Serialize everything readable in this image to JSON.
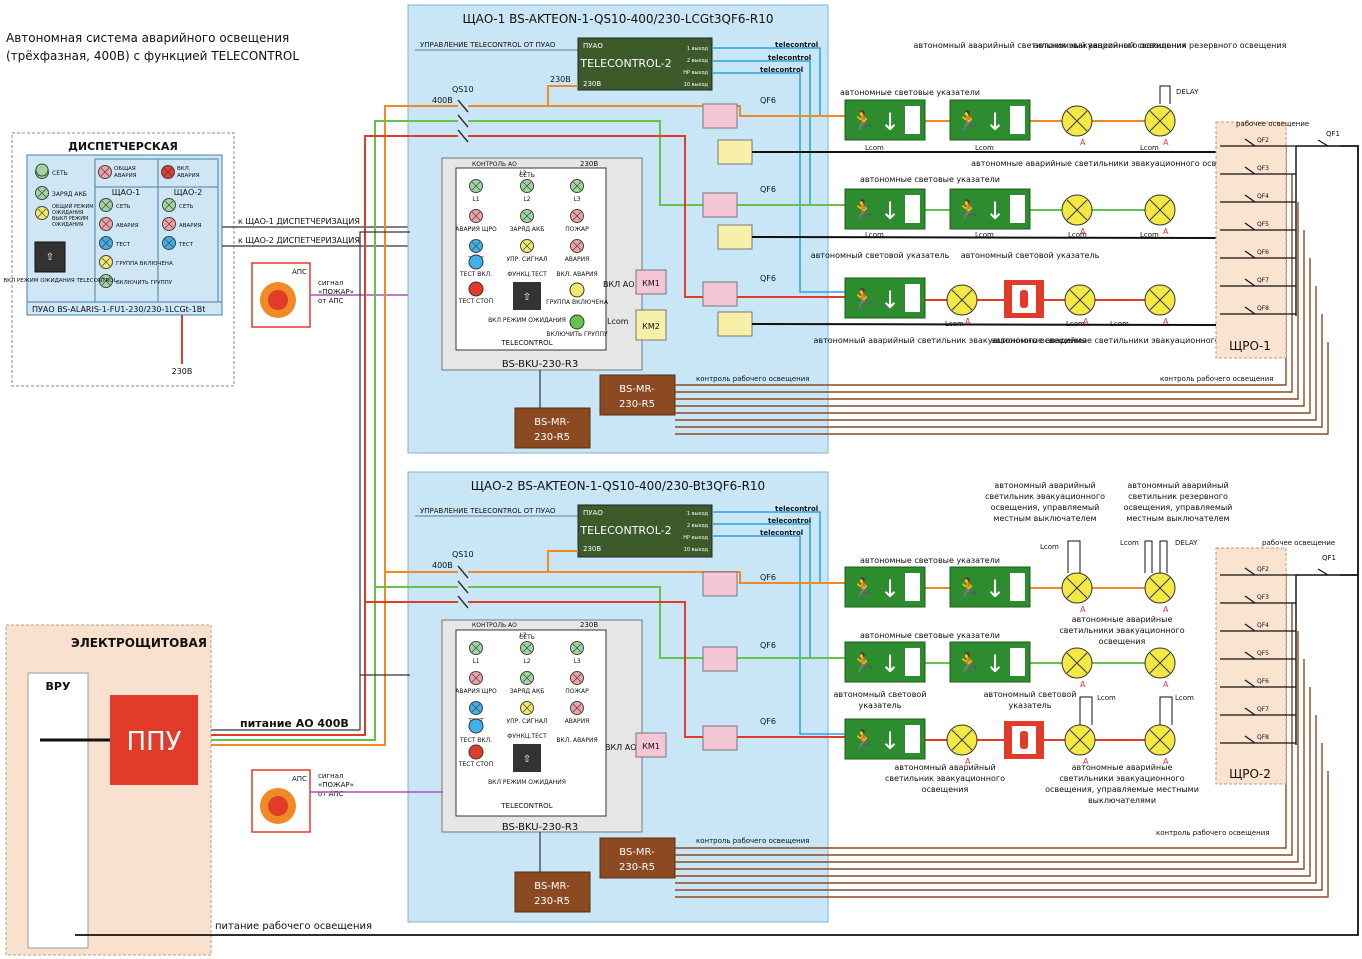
{
  "colors": {
    "panel": "#c9e6f6",
    "panel_border": "#7fb3d0",
    "dispatch_bg": "#cfe7f5",
    "electro_bg": "#f8e2cf",
    "shro_bg": "#fae3cf",
    "green": "#2d8c2d",
    "dark_green": "#3c5a2a",
    "brown": "#8b4a22",
    "red": "#e23b2a",
    "orange": "#f08a24",
    "blue": "#29a3e0",
    "lime": "#66c24a",
    "purple": "#b04fb0",
    "yellow": "#f4e845",
    "pink": "#f4c6d6",
    "gray_panel": "#e6e6e6"
  },
  "title": {
    "line1": "Автономная система аварийного освещения",
    "line2": "(трёхфазная, 400В) с функцией TELECONTROL"
  },
  "dispatch": {
    "title": "ДИСПЕТЧЕРСКАЯ",
    "col1": [
      {
        "label": "СЕТЬ",
        "color": "#9fd69f"
      },
      {
        "label": "ЗАРЯД АКБ",
        "color": "#9fd69f"
      },
      {
        "label": "ОБЩИЙ РЕЖИМ ОЖИДАНИЯ ВЫКЛ РЕЖИМ ОЖИДАНИЯ",
        "color": "#f2ea6a"
      }
    ],
    "col1_btn_label": "ВКЛ РЕЖИМ ОЖИДАНИЯ TELECONTROL",
    "col2_top": [
      {
        "label": "ОБЩАЯ АВАРИЯ",
        "color": "#f2a0a6"
      }
    ],
    "col3_top": [
      {
        "label": "ВКЛ. АВАРИЯ",
        "color": "#e43a2c"
      }
    ],
    "shao1": "ЩАО-1",
    "shao2": "ЩАО-2",
    "shao1_items": [
      {
        "label": "СЕТЬ",
        "color": "#9fd69f"
      },
      {
        "label": "АВАРИЯ",
        "color": "#f2a0a6"
      },
      {
        "label": "ТЕСТ",
        "color": "#3fb0e8"
      },
      {
        "label": "ГРУППА ВКЛЮЧЕНА",
        "color": "#f2ea6a"
      },
      {
        "label": "ВКЛЮЧИТЬ ГРУППУ",
        "color": "#9fd69f"
      }
    ],
    "shao2_items": [
      {
        "label": "СЕТЬ",
        "color": "#9fd69f"
      },
      {
        "label": "АВАРИЯ",
        "color": "#f2a0a6"
      },
      {
        "label": "ТЕСТ",
        "color": "#3fb0e8"
      }
    ],
    "footer": "ПУАО   BS-ALARIS-1-FU1-230/230-1LCGt-1Bt",
    "v230": "230В"
  },
  "link1": "к ЩАО-1 ДИСПЕТЧЕРИЗАЦИЯ",
  "link2": "к ЩАО-2 ДИСПЕТЧЕРИЗАЦИЯ",
  "aps": {
    "label": "АПС",
    "signal": [
      "сигнал",
      "«ПОЖАР»",
      "от АПС"
    ]
  },
  "shao1": {
    "title": "ЩАО-1 BS-AKTEON-1-QS10-400/230-LCGt3QF6-R10",
    "mgmt": "УПРАВЛЕНИЕ TELECONTROL ОТ ПУАО",
    "puao": "ПУАО",
    "tc": "TELECONTROL-2",
    "v230": "230В",
    "outs": [
      "1 выход",
      "2 выход",
      "HP выход",
      "10 выход"
    ],
    "tc_lines": [
      "telecontrol",
      "telecontrol",
      "telecontrol"
    ],
    "qs10": "QS10",
    "v400": "400В",
    "qf": "QF6",
    "bku_title": "BS-BKU-230-R3",
    "ctrl": "КОНТРОЛЬ АО",
    "bku_230": "230В",
    "ind_row1": [
      {
        "t": "L1",
        "c": "#9fd69f"
      },
      {
        "t": "СЕТЬ",
        "c": "#9fd69f"
      },
      {
        "t": "L3",
        "c": "#9fd69f"
      }
    ],
    "ind_row1_mid": "L2",
    "ind_row2": [
      {
        "t": "АВАРИЯ ЩРО",
        "c": "#f2a0a6"
      },
      {
        "t": "ЗАРЯД АКБ",
        "c": "#9fd69f"
      },
      {
        "t": "ПОЖАР",
        "c": "#f2a0a6"
      }
    ],
    "ind_row3": [
      {
        "t": "ТЕСТ",
        "c": "#3fb0e8"
      },
      {
        "t": "УПР. СИГНАЛ",
        "c": "#f2ea6a"
      },
      {
        "t": "АВАРИЯ",
        "c": "#f2a0a6"
      }
    ],
    "test_on": "ТЕСТ ВКЛ.",
    "func_test": "ФУНКЦ.ТЕСТ",
    "vkl_avar": "ВКЛ. АВАРИЯ",
    "test_stop": "ТЕСТ СТОП",
    "standby": "ВКЛ РЕЖИМ ОЖИДАНИЯ",
    "telecontrol": "TELECONTROL",
    "grp_on": "ГРУППА ВКЛЮЧЕНА",
    "grp_enable": "ВКЛЮЧИТЬ ГРУППУ",
    "vkl_ao": "ВКЛ АО",
    "km1": "КМ1",
    "lcom": "Lcom",
    "km2": "КМ2",
    "mr1": "BS-MR-230-R5",
    "mr2": "BS-MR-230-R5",
    "ctrl_work": "контроль рабочего освещения"
  },
  "shao2": {
    "title": "ЩАО-2 BS-AKTEON-1-QS10-400/230-Bt3QF6-R10",
    "mgmt": "УПРАВЛЕНИЕ TELECONTROL ОТ ПУАО",
    "puao": "ПУАО",
    "tc": "TELECONTROL-2",
    "v230": "230В",
    "outs": [
      "1 выход",
      "2 выход",
      "HP выход",
      "10 выход"
    ],
    "tc_lines": [
      "telecontrol",
      "telecontrol",
      "telecontrol"
    ],
    "qs10": "QS10",
    "v400": "400В",
    "qf": "QF6",
    "bku_title": "BS-BKU-230-R3",
    "ctrl": "КОНТРОЛЬ АО",
    "bku_230": "230В",
    "vkl_ao": "ВКЛ АО",
    "km1": "КМ1",
    "test_on": "ТЕСТ ВКЛ.",
    "func_test": "ФУНКЦ.ТЕСТ",
    "vkl_avar": "ВКЛ. АВАРИЯ",
    "test_stop": "ТЕСТ СТОП",
    "standby": "ВКЛ РЕЖИМ ОЖИДАНИЯ",
    "telecontrol": "TELECONTROL",
    "mr1": "BS-MR-230-R5",
    "mr2": "BS-MR-230-R5",
    "ctrl_work": "контроль рабочего освещения"
  },
  "labels1": {
    "a_ind": "автономные световые указатели",
    "a_evac": "автономный аварийный светильник эвакуационного освещения",
    "a_res": "автономный аварийный светильник резервного освещения",
    "delay": "DELAY",
    "a_ind2": "автономные световые указатели",
    "a_evac2": "автономные аварийные светильники эвакуационного освещения",
    "a_ind3": "автономный световой указатель",
    "a_ind4": "автономный световой указатель",
    "evac_b": "автономный аварийный светильник эвакуационного освещения",
    "evac_c": "автономные аварийные светильники эвакуационного освещения",
    "lcom": "Lcom",
    "a": "A"
  },
  "labels2": {
    "evac_local": "автономный аварийный светильник эвакуационного освещения, управляемый местным выключателем",
    "res_local": "автономный аварийный светильник резервного освещения, управляемый местным выключателем",
    "ind": "автономные световые указатели",
    "evac_pl": "автономные аварийные светильники эвакуационного освещения",
    "ind_single": "автономный световой указатель",
    "ind_single2": "автономный световой указатель",
    "evac_one": "автономный аварийный светильник эвакуационного освещения",
    "evac_local_pl": "автономные аварийные светильники эвакуационного освещения, управляемые местными выключателями",
    "lcom": "Lcom",
    "delay": "DELAY"
  },
  "shro1": {
    "title": "ЩРО-1",
    "work": "рабочее освещение",
    "qf1": "QF1",
    "qfs": [
      "QF2",
      "QF3",
      "QF4",
      "QF5",
      "QF6",
      "QF7",
      "QF8"
    ],
    "ctrl": "контроль рабочего освещения"
  },
  "shro2": {
    "title": "ЩРО-2",
    "work": "рабочее освещение",
    "qf1": "QF1",
    "qfs": [
      "QF2",
      "QF3",
      "QF4",
      "QF5",
      "QF6",
      "QF7",
      "QF8"
    ],
    "ctrl": "контроль рабочего освещения"
  },
  "electro": {
    "title": "ЭЛЕКТРОЩИТОВАЯ",
    "vru": "ВРУ",
    "ppu": "ППУ",
    "power_ao": "питание АО 400В",
    "power_work": "питание рабочего освещения"
  }
}
